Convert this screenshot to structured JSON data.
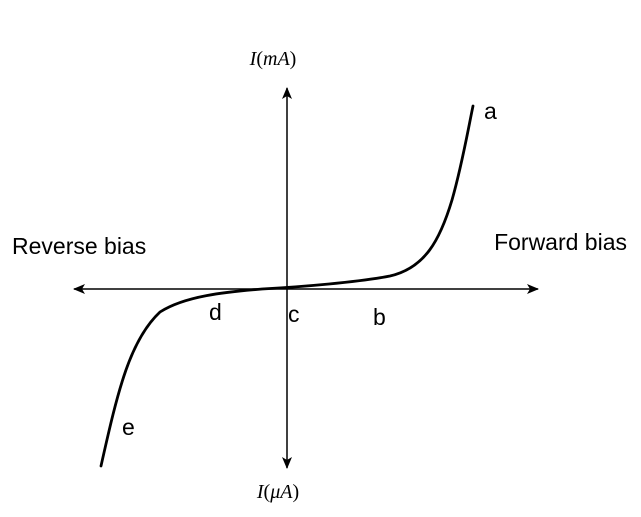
{
  "axes": {
    "y_top_label_var": "I",
    "y_top_label_unit": "mA",
    "y_bottom_label_var": "I",
    "y_bottom_label_unit": "μA",
    "left_label": "Reverse bias",
    "right_label": "Forward bias"
  },
  "points": {
    "a": "a",
    "b": "b",
    "c": "c",
    "d": "d",
    "e": "e"
  },
  "colors": {
    "ink": "#000000",
    "background": "#ffffff"
  }
}
